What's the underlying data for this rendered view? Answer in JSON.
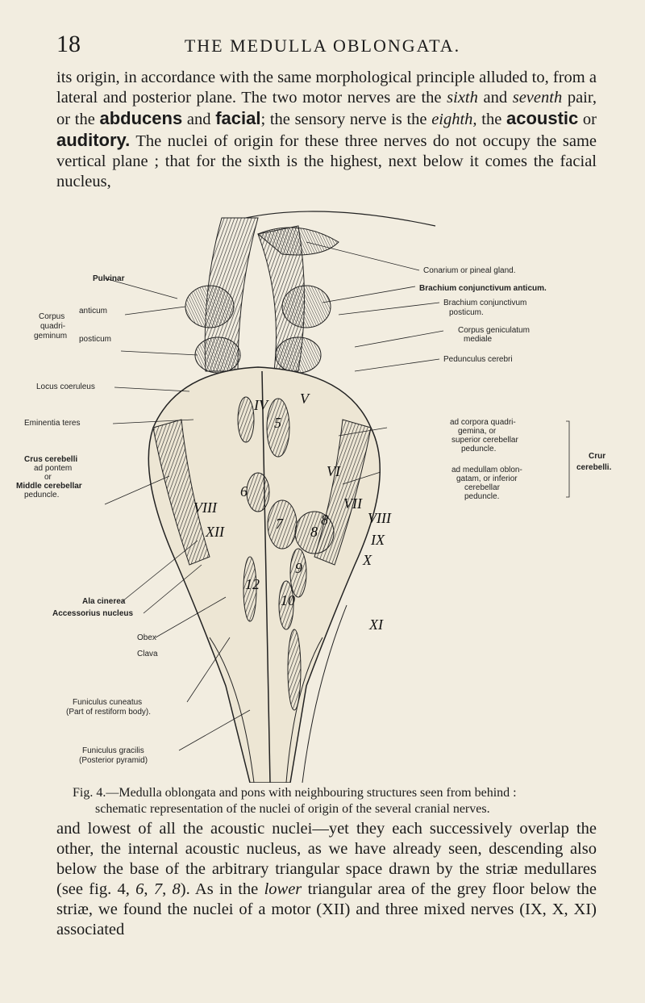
{
  "page": {
    "number": "18",
    "running_title": "THE MEDULLA OBLONGATA."
  },
  "paragraph1": {
    "seg1": "its origin, in accordance with the same morphological principle alluded to, from a lateral and posterior plane. The two motor nerves are the ",
    "sixth": "sixth",
    "seg2": " and ",
    "seventh": "seventh",
    "seg3": " pair, or the ",
    "abducens": "abducens",
    "seg4": " and ",
    "facial": "facial",
    "seg5": "; the sensory nerve is the ",
    "eighth": "eighth,",
    "seg6": " the ",
    "acoustic": "acoustic",
    "seg7": " or ",
    "auditory": "auditory.",
    "seg8": " The nuclei of origin for these three nerves do not occupy the same vertical plane ; that for the sixth is the highest, next below it comes the facial nucleus,"
  },
  "figure": {
    "labels_left": {
      "pulvinar": "Pulvinar",
      "corpus": "Corpus",
      "quadri": "quadri-",
      "geminum": "geminum",
      "anticum": "anticum",
      "posticum": "posticum",
      "locus": "Locus coeruleus",
      "eminentia": "Eminentia teres",
      "crus1": "Crus cerebelli",
      "crus2": "ad pontem",
      "crus3": "or",
      "crus4": "Middle cerebellar",
      "crus5": "peduncle.",
      "ala": "Ala cinerea",
      "accessorius": "Accessorius nucleus",
      "obex": "Obex",
      "clava": "Clava",
      "cuneatus1": "Funiculus cuneatus",
      "cuneatus2": "(Part of restiform body).",
      "gracilis1": "Funiculus gracilis",
      "gracilis2": "(Posterior pyramid)"
    },
    "labels_right": {
      "conarium": "Conarium or pineal gland.",
      "brachium_ant": "Brachium conjunctivum anticum.",
      "brachium_post1": "Brachium conjunctivum",
      "brachium_post2": "posticum.",
      "geniculatum1": "Corpus geniculatum",
      "geniculatum2": "mediale",
      "pedunculus": "Pedunculus cerebri",
      "crus_a1": "ad corpora quadri-",
      "crus_a2": "gemina, or",
      "crus_a3": "superior cerebellar",
      "crus_a4": "peduncle.",
      "crus_b1": "ad medullam oblon-",
      "crus_b2": "gatam, or inferior",
      "crus_b3": "cerebellar",
      "crus_b4": "peduncle.",
      "crur": "Crur",
      "cerebelli": "cerebelli."
    },
    "numerals": {
      "iv": "IV",
      "v": "V",
      "vi": "VI",
      "vii": "VII",
      "viii_left": "VIII",
      "viii_right": "VIII",
      "ix": "IX",
      "x": "X",
      "xi": "XI",
      "xii": "XII",
      "six_a": "6",
      "seven_a": "7",
      "eight_a": "8",
      "nine_a": "9",
      "ten_a": "10",
      "five_a": "5",
      "twelve_a": "12",
      "s8": "8"
    }
  },
  "caption": {
    "line1": "Fig. 4.—Medulla oblongata and pons with neighbouring structures seen from behind :",
    "line2": "schematic representation of the nuclei of origin of the several cranial nerves."
  },
  "paragraph2": {
    "seg1": "and lowest of all the acoustic nuclei—yet they each successively overlap the other, the internal acoustic nucleus, as we have already seen, descending also below the base of the arbitrary triangular space drawn by the striæ medullares (see fig. 4, ",
    "fig6": "6",
    "c1": ", ",
    "fig7": "7",
    "c2": ", ",
    "fig8": "8",
    "seg2": "). As in the ",
    "lower": "lower",
    "seg3": " triangular area of the grey floor below the striæ, we found the nuclei of a motor (XII) and three mixed nerves (IX, X, XI) associated"
  }
}
